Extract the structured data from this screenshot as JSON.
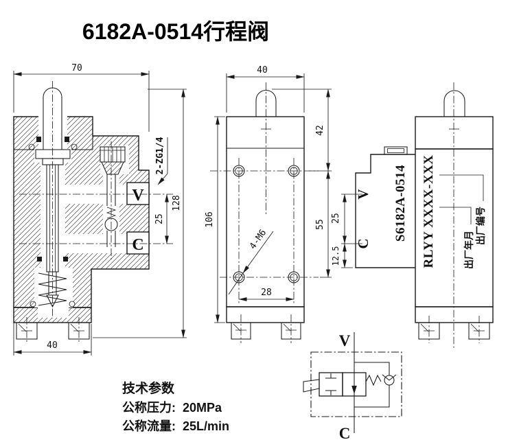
{
  "title": "6182A-0514行程阀",
  "colors": {
    "line": "#1a1a1a",
    "background": "#ffffff"
  },
  "section_view": {
    "dim_width_top": "70",
    "dim_height": "128",
    "dim_port_spacing": "25",
    "dim_base_width": "40",
    "thread_note": "2-ZG1/4",
    "port_v": "V",
    "port_c": "C"
  },
  "front_view": {
    "dim_width_top": "40",
    "dim_plunger_to_hole": "42",
    "dim_hole_span": "55",
    "dim_height": "106",
    "dim_hole_spacing": "28",
    "hole_note": "4-M6"
  },
  "side_view": {
    "model": "S6182A-0514",
    "stamp_code": "RLYY XXXX-XXX",
    "date_label": "出厂年月",
    "serial_label": "出厂编号",
    "dim_port_spacing": "25",
    "dim_c_offset": "12.5",
    "port_v": "V",
    "port_c": "C"
  },
  "specs": {
    "heading": "技术参数",
    "pressure_label": "公称压力:",
    "pressure_value": "20MPa",
    "flow_label": "公称流量:",
    "flow_value": "25L/min"
  },
  "schematic": {
    "port_top": "V",
    "port_bottom": "C"
  }
}
